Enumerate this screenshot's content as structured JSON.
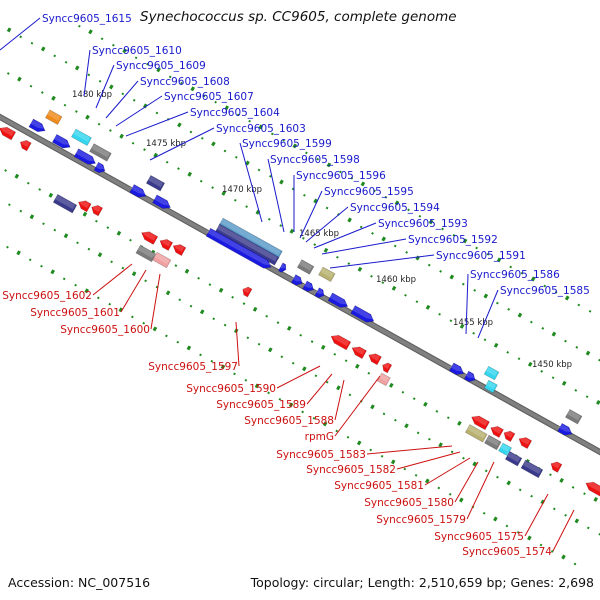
{
  "title": "Synechococcus sp. CC9605, complete genome",
  "footer": {
    "accession": "Accession: NC_007516",
    "summary": "Topology: circular; Length: 2,510,659 bp; Genes: 2,698"
  },
  "colors": {
    "forward_label": "#1a1acc",
    "reverse_label": "#cc1111",
    "backbone": "#808080",
    "tick": "#1f8a1f",
    "gene_blue": "#1a1ae0",
    "gene_red": "#ee1111",
    "gene_navy": "#3a3a8c",
    "gene_grey": "#7a7a7a",
    "gene_cyan": "#33d6ee",
    "gene_orange": "#f08a1a",
    "gene_olive": "#b8b070",
    "gene_steel": "#5a9ac8",
    "gene_pink": "#f0a0a0"
  },
  "scale_labels": [
    "1480 kbp",
    "1475 kbp",
    "1470 kbp",
    "1465 kbp",
    "1460 kbp",
    "1455 kbp",
    "1450 kbp"
  ],
  "forward_labels": [
    "Syncc9605_1615",
    "Syncc9605_1610",
    "Syncc9605_1609",
    "Syncc9605_1608",
    "Syncc9605_1607",
    "Syncc9605_1604",
    "Syncc9605_1603",
    "Syncc9605_1599",
    "Syncc9605_1598",
    "Syncc9605_1596",
    "Syncc9605_1595",
    "Syncc9605_1594",
    "Syncc9605_1593",
    "Syncc9605_1592",
    "Syncc9605_1591",
    "Syncc9605_1586",
    "Syncc9605_1585"
  ],
  "reverse_labels": [
    "Syncc9605_1602",
    "Syncc9605_1601",
    "Syncc9605_1600",
    "Syncc9605_1597",
    "Syncc9605_1590",
    "Syncc9605_1589",
    "Syncc9605_1588",
    "rpmG",
    "Syncc9605_1583",
    "Syncc9605_1582",
    "Syncc9605_1581",
    "Syncc9605_1580",
    "Syncc9605_1579",
    "Syncc9605_1575",
    "Syncc9605_1574"
  ]
}
